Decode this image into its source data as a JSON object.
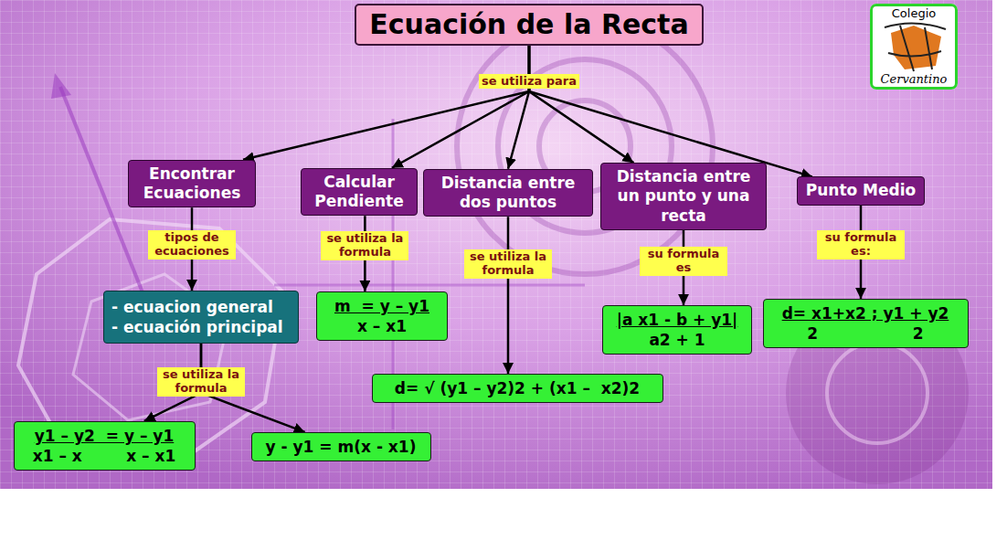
{
  "diagram": {
    "nodes": [
      {
        "text": [
          "Ecuación de la Recta"
        ]
      },
      {
        "text": [
          "Encontrar Ecuaciones"
        ]
      },
      {
        "text": [
          "Calcular Pendiente"
        ]
      },
      {
        "text": [
          "Distancia entre dos puntos"
        ]
      },
      {
        "text": [
          "Distancia entre un punto y una recta"
        ]
      },
      {
        "text": [
          "Punto Medio"
        ]
      },
      {
        "text": [
          "- ecuacion general",
          "- ecuación principal"
        ]
      },
      {
        "text": [
          "m  = y – y1",
          "x – x1"
        ]
      },
      {
        "text": [
          "|a x1 - b + y1|",
          "a2 + 1"
        ]
      },
      {
        "text": [
          "d= x1+x2 ; y1 + y2",
          "2",
          "2"
        ]
      },
      {
        "text": [
          "d= √ (y1 – y2)2 + (x1 –  x2)2"
        ]
      },
      {
        "text": [
          "y1 – y2  = y – y1",
          "x1 – x",
          "x – x1"
        ]
      },
      {
        "text": [
          "y - y1 = m(x - x1)"
        ]
      },
      {
        "text": [
          "Colegio",
          "Cervantino"
        ]
      }
    ],
    "edges": [
      {
        "from": 0,
        "to": 1,
        "arrow": "to"
      },
      {
        "from": 0,
        "to": 2,
        "arrow": "to"
      },
      {
        "from": 0,
        "to": 3,
        "label": "se utiliza para",
        "arrow": "to"
      },
      {
        "from": 0,
        "to": 4,
        "arrow": "to"
      },
      {
        "from": 0,
        "to": 5,
        "arrow": "to"
      },
      {
        "from": 1,
        "to": 6,
        "label": "tipos de ecuaciones",
        "arrow": "to"
      },
      {
        "from": 2,
        "to": 7,
        "label": "se utiliza la formula",
        "arrow": "to"
      },
      {
        "from": 3,
        "to": 10,
        "label": "se utiliza la formula",
        "arrow": "to"
      },
      {
        "from": 4,
        "to": 8,
        "label": "su formula es",
        "arrow": "to"
      },
      {
        "from": 5,
        "to": 9,
        "label": "su formula es:",
        "arrow": "to"
      },
      {
        "from": 6,
        "to": 11,
        "label": "se utiliza la formula",
        "arrow": "to"
      },
      {
        "from": 6,
        "to": 12,
        "arrow": "to"
      }
    ]
  }
}
